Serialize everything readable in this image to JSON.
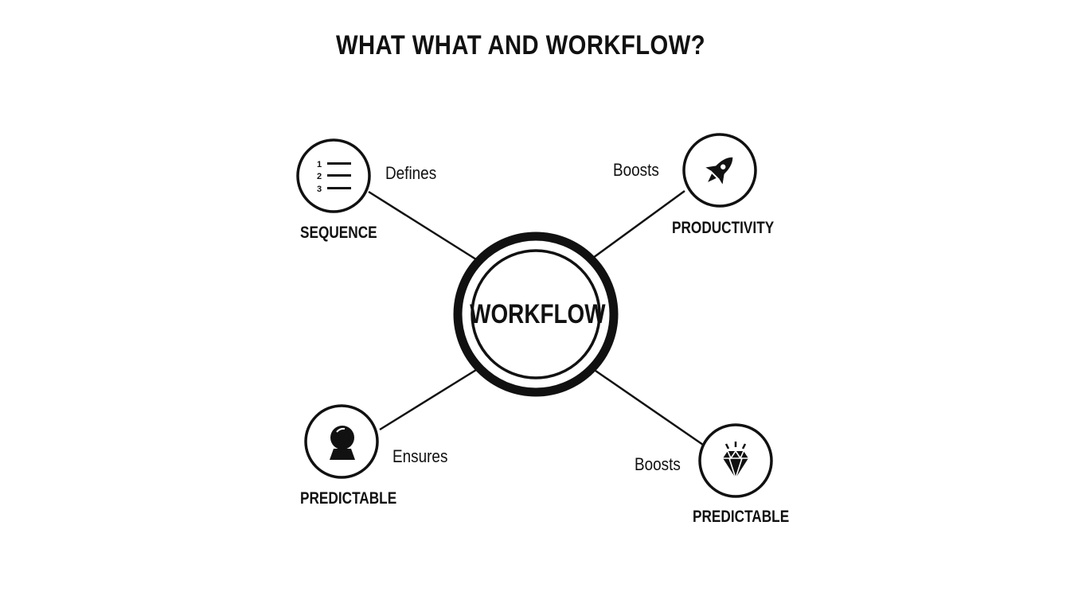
{
  "title": "WHAT WHAT AND WORKFLOW?",
  "center": {
    "label": "WORKFLOW"
  },
  "nodes": [
    {
      "icon": "numbered-list-icon",
      "edge_label": "Defines",
      "caption": "SEQUENCE"
    },
    {
      "icon": "rocket-icon",
      "edge_label": "Boosts",
      "caption": "PRODUCTIVITY"
    },
    {
      "icon": "crystal-ball-icon",
      "edge_label": "Ensures",
      "caption": "PREDICTABLE"
    },
    {
      "icon": "diamond-icon",
      "edge_label": "Boosts",
      "caption": "PREDICTABLE"
    }
  ],
  "list_icon_numbers": [
    "1",
    "2",
    "3"
  ],
  "colors": {
    "ink": "#111111",
    "background": "#ffffff"
  }
}
